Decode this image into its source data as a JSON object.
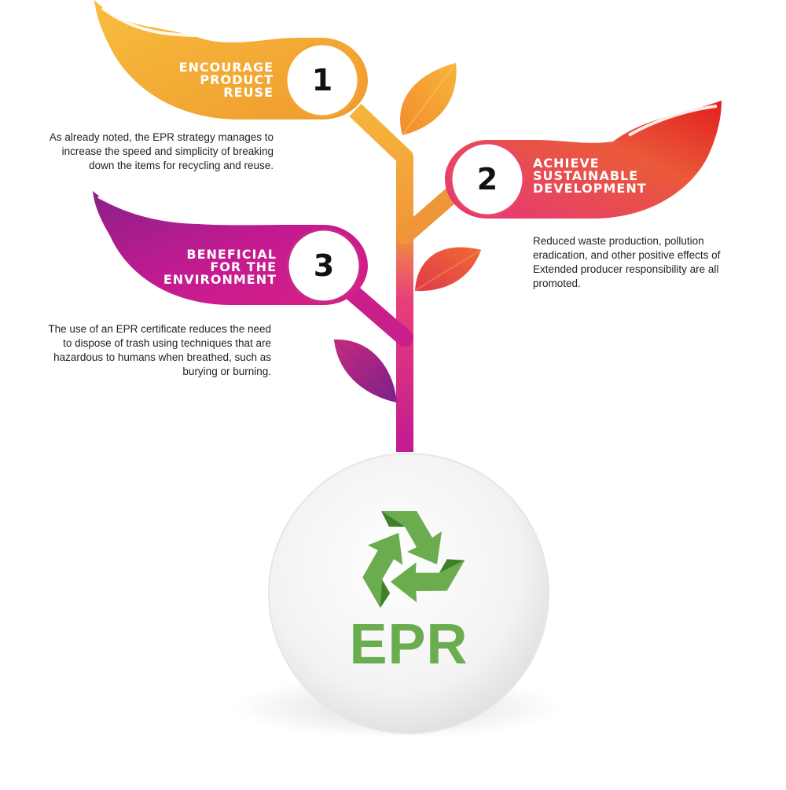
{
  "steps": [
    {
      "number": "1",
      "title_lines": [
        "ENCOURAGE",
        "PRODUCT",
        "REUSE"
      ],
      "description_lines": [
        "As already noted, the EPR strategy manages to",
        "increase the speed and simplicity of breaking",
        "down the items for recycling and reuse."
      ]
    },
    {
      "number": "2",
      "title_lines": [
        "ACHIEVE",
        "SUSTAINABLE",
        "DEVELOPMENT"
      ],
      "description_lines": [
        "Reduced waste production, pollution",
        "eradication, and other positive effects of",
        "Extended producer responsibility are all",
        "promoted."
      ]
    },
    {
      "number": "3",
      "title_lines": [
        "BENEFICIAL",
        "FOR THE",
        "ENVIRONMENT"
      ],
      "description_lines": [
        "The use of an EPR certificate reduces the need",
        "to dispose of trash using techniques that are",
        "hazardous to humans when breathed, such as",
        "burying or burning."
      ]
    }
  ],
  "logo": {
    "text": "EPR",
    "icon": "recycle-icon"
  },
  "colors": {
    "orange_light": "#f6b53a",
    "orange": "#ef8d2e",
    "red": "#e4322c",
    "pink": "#e4306f",
    "magenta": "#c21a91",
    "purple": "#7a1f8a",
    "green": "#6aac4e",
    "green_dark": "#3f7f2a"
  }
}
